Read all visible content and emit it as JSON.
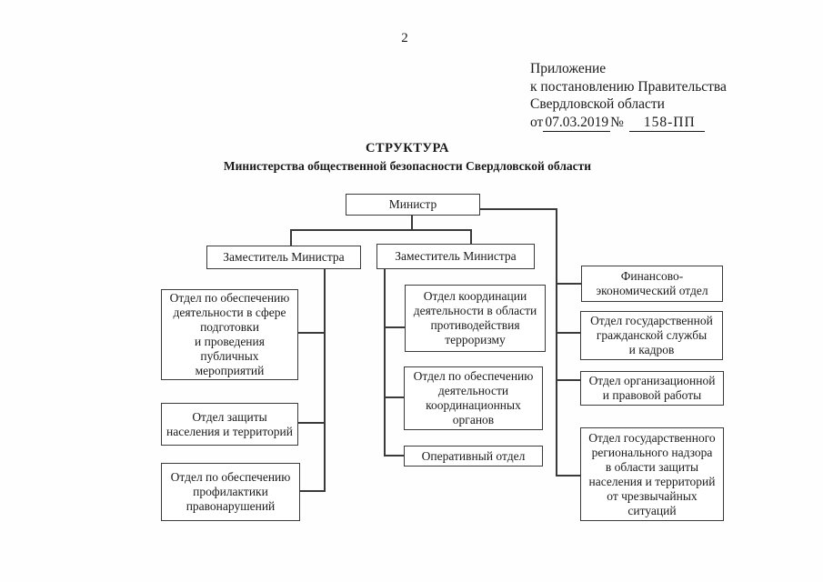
{
  "page_number": "2",
  "annex": {
    "lines": [
      "Приложение",
      "к постановлению Правительства",
      "Свердловской области"
    ],
    "approval_prefix": "от",
    "approval_date": "07.03.2019",
    "number_sign": "№",
    "document_number": "158-ПП"
  },
  "title": {
    "heading": "СТРУКТУРА",
    "subheading": "Министерства общественной безопасности Свердловской области"
  },
  "org_chart": {
    "minister": "Министр",
    "deputies": [
      "Заместитель Министра",
      "Заместитель Министра"
    ],
    "left_branch": [
      "Отдел по обеспечению\nдеятельности в сфере\nподготовки\nи проведения\nпубличных\nмероприятий",
      "Отдел защиты\nнаселения и территорий",
      "Отдел по обеспечению\nпрофилактики\nправонарушений"
    ],
    "middle_branch": [
      "Отдел координации\nдеятельности в области\nпротиводействия\nтерроризму",
      "Отдел по обеспечению\nдеятельности\nкоординационных\nорганов",
      "Оперативный отдел"
    ],
    "right_branch": [
      "Финансово-\nэкономический отдел",
      "Отдел государственной\nгражданской службы\nи кадров",
      "Отдел организационной\nи правовой работы",
      "Отдел государственного\nрегионального надзора\nв области защиты\nнаселения и территорий\nот чрезвычайных\nситуаций"
    ]
  }
}
